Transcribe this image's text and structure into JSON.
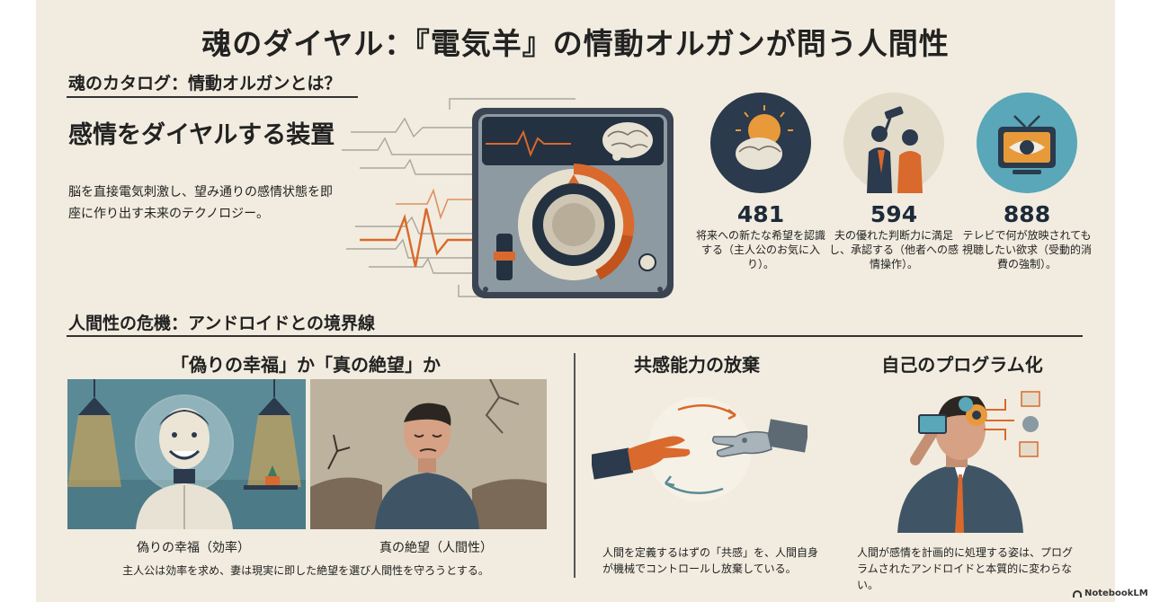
{
  "title": "魂のダイヤル：『電気羊』の情動オルガンが問う人間性",
  "section1": {
    "heading": "魂のカタログ：情動オルガンとは？",
    "subheading": "感情をダイヤルする装置",
    "description": "脳を直接電気刺激し、望み通りの感情状態を即座に作り出す未来のテクノロジー。",
    "stats": [
      {
        "number": "481",
        "text": "将来への新たな希望を認識する（主人公のお気に入り）。",
        "icon": "brain-sunrise-icon"
      },
      {
        "number": "594",
        "text": "夫の優れた判断力に満足し、承認する（他者への感情操作）。",
        "icon": "gavel-couple-icon"
      },
      {
        "number": "888",
        "text": "テレビで何が放映されても視聴したい欲求（受動的消費の強制）。",
        "icon": "tv-eye-icon"
      }
    ]
  },
  "section2": {
    "heading": "人間性の危機：アンドロイドとの境界線",
    "col1_title": "「偽りの幸福」か「真の絶望」か",
    "col1_caption_left": "偽りの幸福（効率）",
    "col1_caption_right": "真の絶望（人間性）",
    "col1_note": "主人公は効率を求め、妻は現実に即した絶望を選び人間性を守ろうとする。",
    "col2_title": "共感能力の放棄",
    "col2_note": "人間を定義するはずの「共感」を、人間自身が機械でコントロールし放棄している。",
    "col3_title": "自己のプログラム化",
    "col3_note": "人間が感情を計画的に処理する姿は、プログラムされたアンドロイドと本質的に変わらない。"
  },
  "brand": "NotebookLM",
  "colors": {
    "background": "#f1ecdf",
    "accent": "#d9692c",
    "navy": "#2b3a4c",
    "steel": "#8a9aa3"
  }
}
